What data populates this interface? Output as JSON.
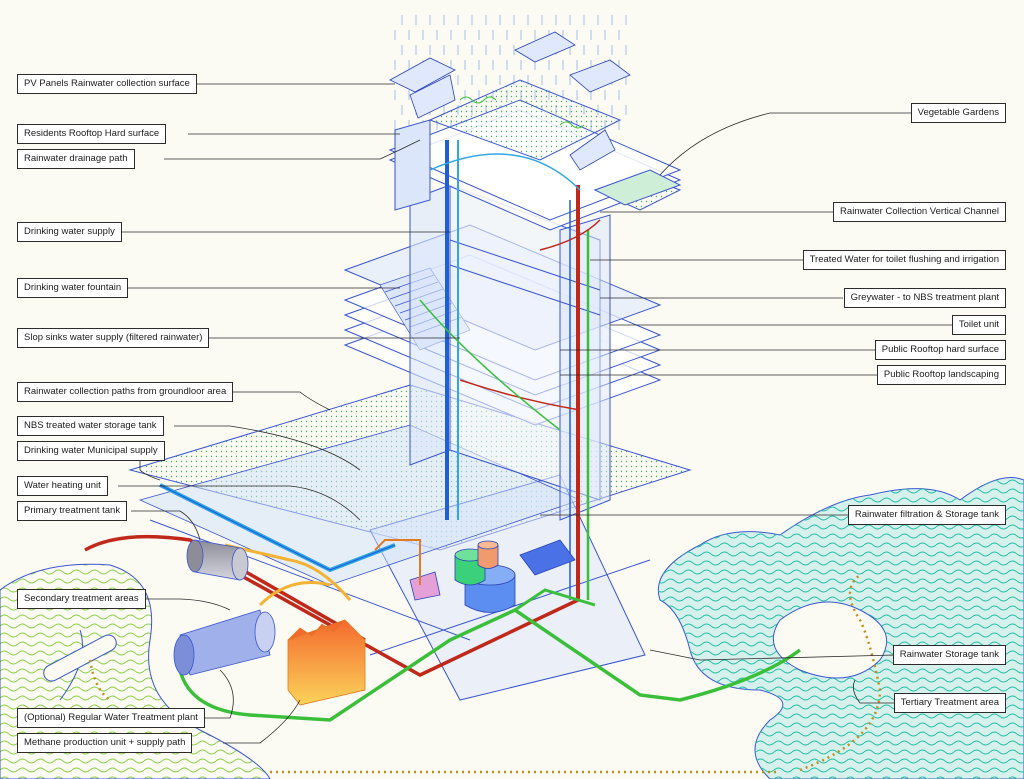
{
  "labels": {
    "pv_panels": "PV Panels Rainwater collection surface",
    "residents_rooftop": "Residents Rooftop Hard surface",
    "rain_drainage": "Rainwater drainage path",
    "drinking_supply": "Drinking water supply",
    "drinking_fountain": "Drinking water fountain",
    "slop_sinks": "Slop sinks water supply (filtered rainwater)",
    "ground_collection": "Rainwater collection paths from groundloor area",
    "nbs_storage": "NBS treated water storage tank",
    "municipal_supply": "Drinking water Municipal supply",
    "water_heating": "Water heating unit",
    "primary_tank": "Primary treatment tank",
    "secondary_areas": "Secondary treatment areas",
    "optional_plant": "(Optional) Regular Water Treatment plant",
    "methane_unit": "Methane production unit + supply path",
    "vegetable_gardens": "Vegetable Gardens",
    "vertical_channel": "Rainwater Collection Vertical Channel",
    "treated_toilet": "Treated Water for toilet flushing and irrigation",
    "greywater": "Greywater - to NBS treatment plant",
    "toilet_unit": "Toilet unit",
    "public_hard": "Public Rooftop hard surface",
    "public_landscaping": "Public Rooftop landscaping",
    "filtration_tank": "Rainwater filtration & Storage tank",
    "storage_tank": "Rainwater Storage tank",
    "tertiary_area": "Tertiary Treatment area"
  },
  "colors": {
    "background": "#fbfaf3",
    "drinking_water": "#1f5fd6",
    "rainwater": "#2fa6e6",
    "greywater": "#c0281a",
    "treated_water": "#3bbf3a",
    "heating": "#f2b233",
    "tertiary_flow": "#c28e1c",
    "building_line": "#3a55d0",
    "building_fill": "#dbe6fb",
    "wetland_fill": "#d6f1ec"
  }
}
